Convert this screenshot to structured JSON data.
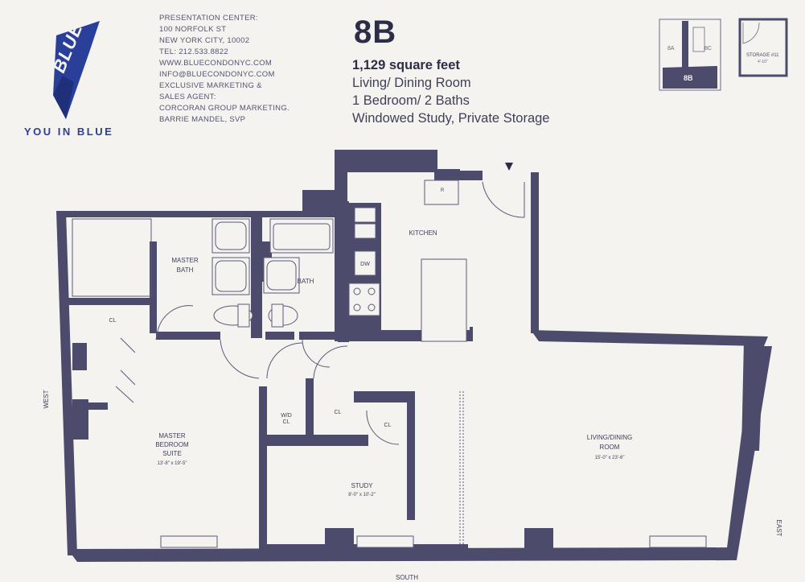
{
  "brand": {
    "logo_text": "BLUE",
    "tagline": "YOU IN BLUE",
    "accent_color": "#2a3f9a"
  },
  "contact": {
    "lines": [
      "PRESENTATION CENTER:",
      "100 NORFOLK ST",
      "NEW YORK CITY, 10002",
      "TEL: 212.533.8822",
      "WWW.BLUECONDONYC.COM",
      "INFO@BLUECONDONYC.COM",
      "EXCLUSIVE MARKETING &",
      "SALES AGENT:",
      "CORCORAN GROUP MARKETING.",
      "BARRIE MANDEL, SVP"
    ]
  },
  "unit": {
    "name": "8B",
    "area": "1,129 square feet",
    "features": [
      "Living/ Dining Room",
      "1 Bedroom/ 2 Baths",
      "Windowed Study, Private Storage"
    ]
  },
  "keyplan": {
    "unit_a": "8A",
    "unit_c": "8C",
    "unit_b": "8B",
    "storage": "STORAGE #11",
    "storage_size": "4'-10\""
  },
  "plan": {
    "wall_color": "#4d4b6c",
    "rooms": {
      "kitchen": "KITCHEN",
      "master_bath_1": "MASTER",
      "master_bath_2": "BATH",
      "bath": "BATH",
      "closet_master": "CL",
      "closet_hall": "CL",
      "closet_study": "CL",
      "wd_1": "W/D",
      "wd_2": "CL",
      "master_bed_1": "MASTER",
      "master_bed_2": "BEDROOM",
      "master_bed_3": "SUITE",
      "master_bed_dims": "13'-8\" x 19'-5\"",
      "study": "STUDY",
      "study_dims": "8'-0\" x 10'-2\"",
      "living_1": "LIVING/DINING",
      "living_2": "ROOM",
      "living_dims": "15'-0\" x 23'-6\"",
      "dw": "DW",
      "refrigerator": "R"
    },
    "compass": {
      "west": "WEST",
      "south": "SOUTH",
      "east": "EAST"
    }
  }
}
